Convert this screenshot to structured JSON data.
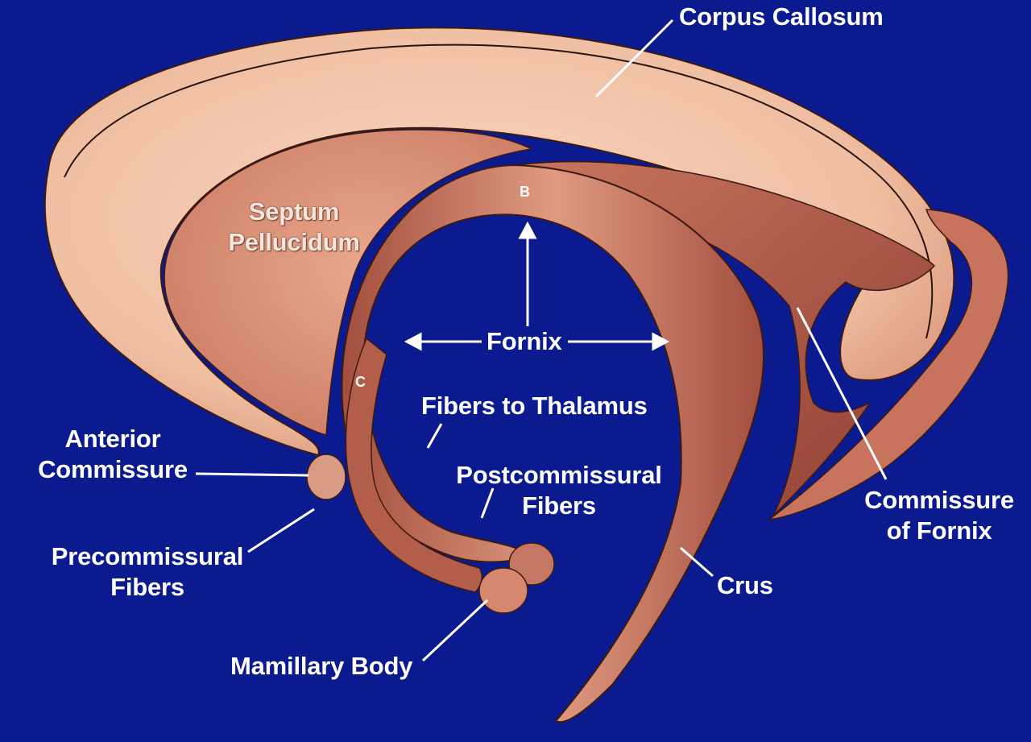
{
  "labels": {
    "corpus_callosum": "Corpus Callosum",
    "septum_line1": "Septum",
    "septum_line2": "Pellucidum",
    "fornix": "Fornix",
    "marker_b": "B",
    "marker_c": "C",
    "fibers_to_thalamus": "Fibers to Thalamus",
    "anterior_line1": "Anterior",
    "anterior_line2": "Commissure",
    "postcommissural_line1": "Postcommissural",
    "postcommissural_line2": "Fibers",
    "precommissural_line1": "Precommissural",
    "precommissural_line2": "Fibers",
    "commissure_fornix_line1": "Commissure",
    "commissure_fornix_line2": "of Fornix",
    "crus": "Crus",
    "mamillary_body": "Mamillary Body"
  },
  "colors": {
    "background": "#0b1a8e",
    "callosum": "#f2c3a8",
    "septum": "#dc9a80",
    "fornix": "#c06a55",
    "fornix_dark": "#8a3b30",
    "label": "#ffffff"
  }
}
